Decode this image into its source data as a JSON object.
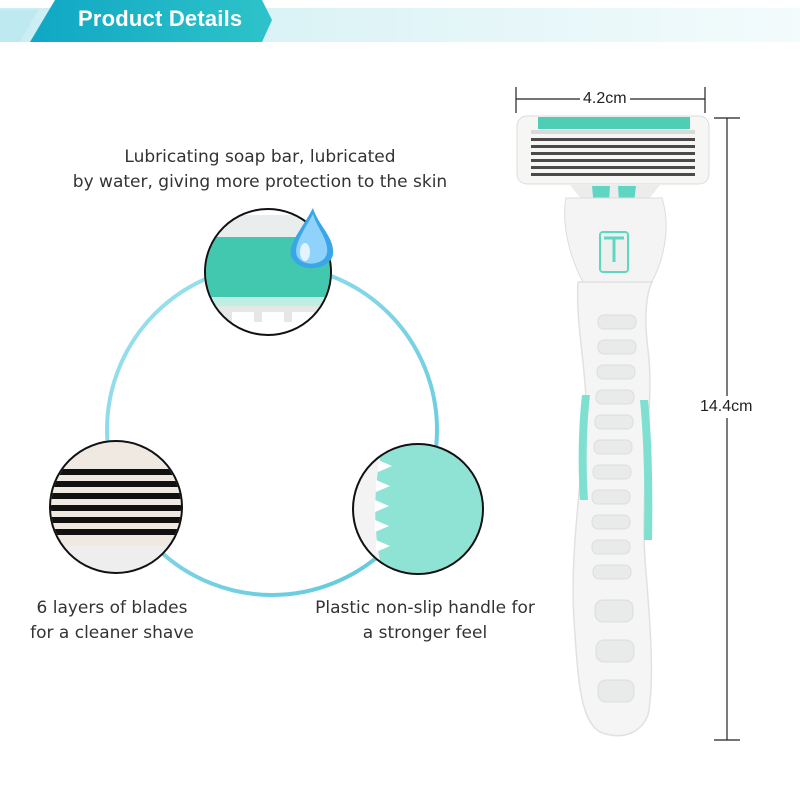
{
  "header": {
    "title": "Product Details"
  },
  "features": {
    "soap_bar": {
      "line1": "Lubricating soap bar, lubricated",
      "line2": "by water, giving more protection to the skin"
    },
    "blades": {
      "line1": "6 layers of blades",
      "line2": "for a cleaner shave"
    },
    "handle": {
      "line1": "Plastic non-slip handle for",
      "line2": "a stronger feel"
    }
  },
  "dimensions": {
    "width": "4.2cm",
    "height": "14.4cm"
  },
  "colors": {
    "accent": "#4ecfbf",
    "ring": "#7fd6e6",
    "handle": "#f4f5f4",
    "header_gradient_start": "#1ab0c9",
    "header_gradient_end": "#dff4f7"
  }
}
